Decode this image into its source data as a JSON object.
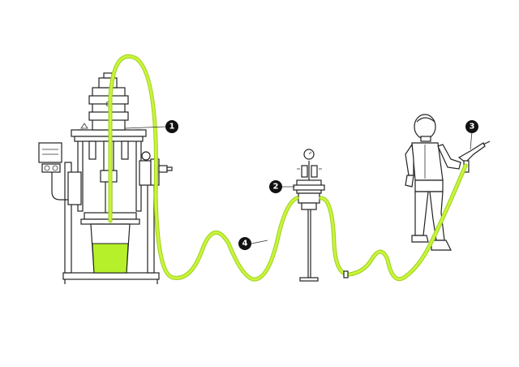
{
  "colors": {
    "hose": "#c8f53c",
    "hose_outline": "#9fd01a",
    "fluid": "#b5f02a",
    "marker": "#111111",
    "marker_text": "#ffffff",
    "line": "#222222"
  },
  "markers": [
    {
      "id": "marker-1",
      "label": "1",
      "ref": "pump-unit"
    },
    {
      "id": "marker-2",
      "label": "2",
      "ref": "fluid-regulator"
    },
    {
      "id": "marker-3",
      "label": "3",
      "ref": "spray-gun"
    },
    {
      "id": "marker-4",
      "label": "4",
      "ref": "fluid-hose"
    }
  ],
  "icons": [
    "pump-icon",
    "regulator-icon",
    "operator-icon",
    "spray-gun-icon",
    "hose-icon",
    "pressure-gauge-icon"
  ]
}
